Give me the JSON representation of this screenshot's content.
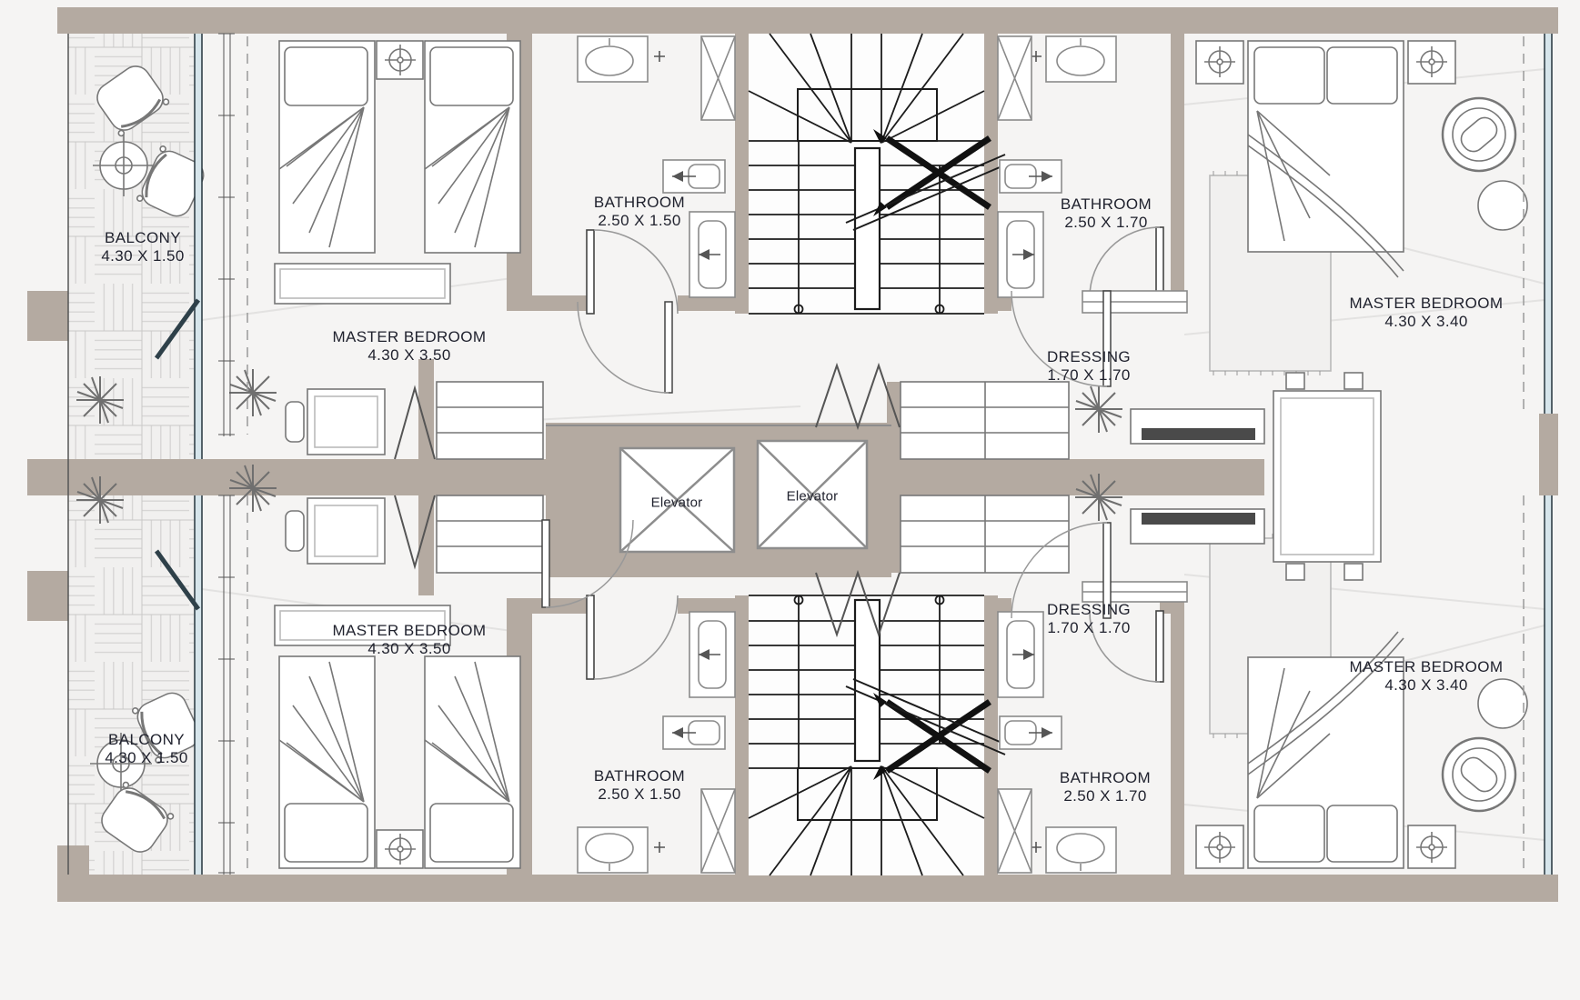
{
  "plan_title": "Residential floor plan",
  "colors": {
    "wall": "#b4aaa1",
    "floor": "#f5f4f3",
    "glass": "#d6e5eb",
    "text": "#20222e",
    "line_dark": "#1c1c1c",
    "line_gray": "#8a8a8a",
    "tv_dark": "#4a4a4a"
  },
  "labels": {
    "balcony_top": {
      "name": "BALCONY",
      "dims": "4.30 X 1.50"
    },
    "master_top_left": {
      "name": "MASTER BEDROOM",
      "dims": "4.30 X 3.50"
    },
    "bathroom_top_left": {
      "name": "BATHROOM",
      "dims": "2.50 X 1.50"
    },
    "bathroom_top_right": {
      "name": "BATHROOM",
      "dims": "2.50 X 1.70"
    },
    "dressing_top": {
      "name": "DRESSING",
      "dims": "1.70 X 1.70"
    },
    "master_top_right": {
      "name": "MASTER BEDROOM",
      "dims": "4.30 X 3.40"
    },
    "elevator_left": {
      "name": "Elevator"
    },
    "elevator_right": {
      "name": "Elevator"
    },
    "master_bottom_left": {
      "name": "MASTER BEDROOM",
      "dims": "4.30 X 3.50"
    },
    "dressing_bottom": {
      "name": "DRESSING",
      "dims": "1.70 X 1.70"
    },
    "master_bottom_right": {
      "name": "MASTER BEDROOM",
      "dims": "4.30 X 3.40"
    },
    "bathroom_bottom_left": {
      "name": "BATHROOM",
      "dims": "2.50 X 1.50"
    },
    "bathroom_bottom_right": {
      "name": "BATHROOM",
      "dims": "2.50 X 1.70"
    },
    "balcony_bottom": {
      "name": "BALCONY",
      "dims": "4.30 X 1.50"
    }
  }
}
